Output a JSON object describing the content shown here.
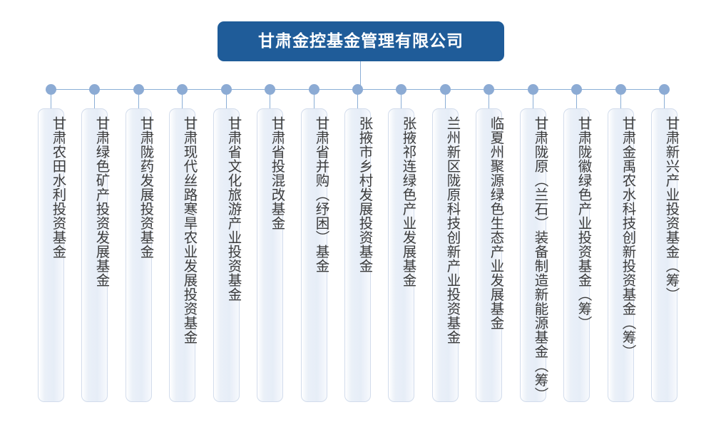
{
  "chart_type": "organization-tree",
  "colors": {
    "root_fill": "#1f5c99",
    "root_text": "#ffffff",
    "connector": "#8aaed6",
    "dot": "#8cabd4",
    "bar_border": "#d2dcec",
    "bar_fill_light": "#ffffff",
    "bar_fill_mid": "#e6edf7",
    "leaf_text": "#3b3b3b",
    "background": "#ffffff"
  },
  "root": {
    "label": "甘肃金控基金管理有限公司"
  },
  "leaves": [
    {
      "label": "甘肃农田水利投资基金"
    },
    {
      "label": "甘肃绿色矿产投资发展基金"
    },
    {
      "label": "甘肃陇药发展投资基金"
    },
    {
      "label": "甘肃现代丝路寒旱农业发展投资基金"
    },
    {
      "label": "甘肃省文化旅游产业投资基金"
    },
    {
      "label": "甘肃省投混改基金"
    },
    {
      "label": "甘肃省并购（纾困）基金"
    },
    {
      "label": "张掖市乡村发展投资基金"
    },
    {
      "label": "张掖祁连绿色产业发展基金"
    },
    {
      "label": "兰州新区陇原科技创新产业投资基金"
    },
    {
      "label": "临夏州聚源绿色生态产业发展基金"
    },
    {
      "label": "甘肃陇原（兰石）装备制造新能源基金（筹）"
    },
    {
      "label": "甘肃陇徽绿色产业投资基金（筹）"
    },
    {
      "label": "甘肃金禹农水科技创新投资基金（筹）"
    },
    {
      "label": "甘肃新兴产业投资基金（筹）"
    }
  ]
}
